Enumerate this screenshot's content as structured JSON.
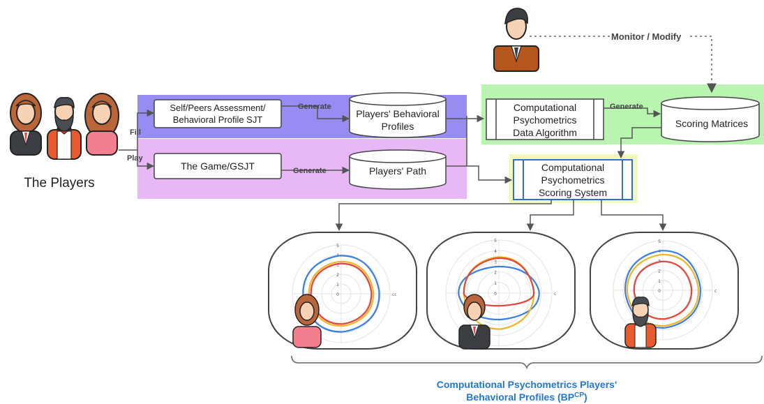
{
  "players": {
    "label": "The Players"
  },
  "edges": {
    "fill": "Fill",
    "play": "Play",
    "generate": "Generate",
    "monitor": "Monitor / Modify"
  },
  "nodes": {
    "sjt": [
      "Self/Peers Assessment/",
      "Behavioral Profile SJT"
    ],
    "game": "The  Game/GSJT",
    "profiles_db": [
      "Players' Behavioral",
      "Profiles"
    ],
    "path_db": "Players' Path",
    "data_algo": [
      "Computational",
      "Psychometrics",
      "Data Algorithm"
    ],
    "scoring_matrices": "Scoring Matrices",
    "scoring_system": [
      "Computational",
      "Psychometrics",
      "Scoring System"
    ]
  },
  "radar": {
    "ticks": [
      "0",
      "1",
      "2",
      "3",
      "4",
      "5"
    ],
    "axis_labels": [
      "cc",
      "c",
      "c"
    ]
  },
  "footer": {
    "line1": "Computational Psychometrics Players'",
    "line2_prefix": "Behavioral Profiles  (BP",
    "line2_sup": "CP",
    "line2_suffix": ")"
  },
  "colors": {
    "purple_band": "#8b80f0",
    "pink_band": "#e8b8f6",
    "green_band": "#b9f5b0",
    "yellow_band": "#f2f7bf",
    "series_blue": "#3a7ee0",
    "series_yellow": "#f0b323",
    "series_red": "#e2453b",
    "footer_text": "#1f77d8"
  }
}
